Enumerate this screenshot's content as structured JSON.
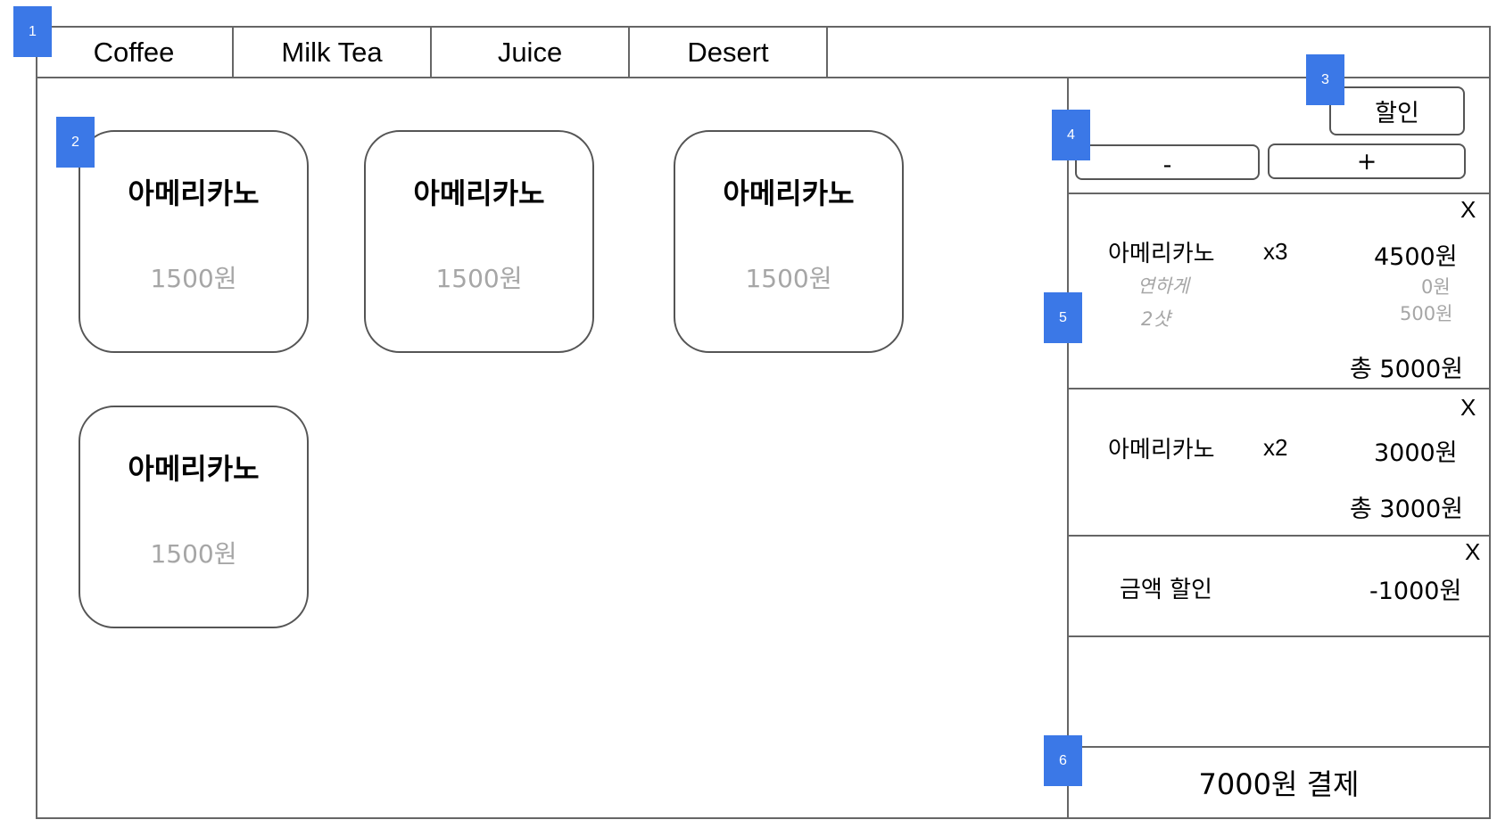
{
  "tabs": [
    "Coffee",
    "Milk Tea",
    "Juice",
    "Desert"
  ],
  "menu_items": [
    {
      "name": "아메리카노",
      "price": "1500원"
    },
    {
      "name": "아메리카노",
      "price": "1500원"
    },
    {
      "name": "아메리카노",
      "price": "1500원"
    },
    {
      "name": "아메리카노",
      "price": "1500원"
    }
  ],
  "controls": {
    "discount_label": "할인",
    "minus_label": "-",
    "plus_label": "+"
  },
  "order_items": [
    {
      "name": "아메리카노",
      "qty": "x3",
      "price": "4500원",
      "option1": "연하게",
      "option1_price": "0원",
      "option2": "2샷",
      "option2_price": "500원",
      "total": "총 5000원",
      "remove": "X"
    },
    {
      "name": "아메리카노",
      "qty": "x2",
      "price": "3000원",
      "total": "총 3000원",
      "remove": "X"
    }
  ],
  "discount_row": {
    "label": "금액 할인",
    "amount": "-1000원",
    "remove": "X"
  },
  "pay_label": "7000원 결제",
  "annotations": [
    "1",
    "2",
    "3",
    "4",
    "5",
    "6"
  ],
  "colors": {
    "marker": "#3b78e7",
    "border": "#666666",
    "muted_text": "#a6a6a6"
  }
}
